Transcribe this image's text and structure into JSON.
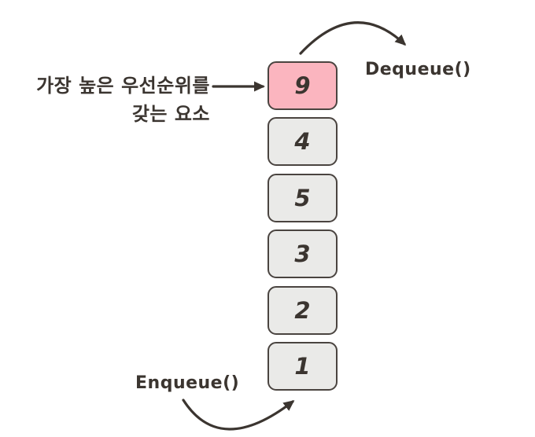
{
  "colors": {
    "background": "#FFFFFF",
    "ink": "#3B3530",
    "cell_border": "#4A4440",
    "cell_fill": "#EAEAE8",
    "highlight_fill": "#FBB5BF"
  },
  "queue": {
    "items": [
      {
        "value": "9",
        "highlight": true
      },
      {
        "value": "4",
        "highlight": false
      },
      {
        "value": "5",
        "highlight": false
      },
      {
        "value": "3",
        "highlight": false
      },
      {
        "value": "2",
        "highlight": false
      },
      {
        "value": "1",
        "highlight": false
      }
    ]
  },
  "labels": {
    "priority_note_line1": "가장 높은 우선순위를",
    "priority_note_line2": "갖는 요소",
    "dequeue": "Dequeue()",
    "enqueue": "Enqueue()"
  }
}
